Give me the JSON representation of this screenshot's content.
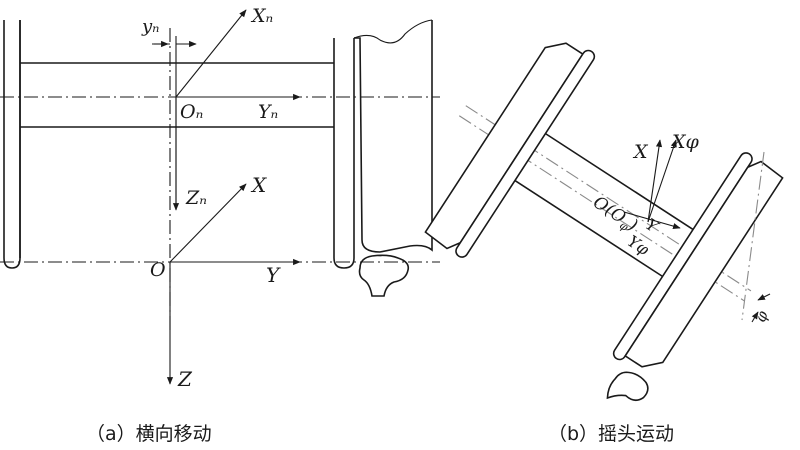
{
  "left": {
    "caption": "（a）横向移动",
    "labels": {
      "y_n": "yₙ",
      "X_n": "Xₙ",
      "O_n": "Oₙ",
      "Y_n": "Yₙ",
      "Z_n": "Zₙ",
      "X": "X",
      "O": "O",
      "Y": "Y",
      "Z": "Z"
    }
  },
  "right": {
    "caption": "（b）摇头运动",
    "labels": {
      "X": "X",
      "X_phi": "Xφ",
      "Y": "Y",
      "Y_phi": "Yφ",
      "O_pair": "O(O",
      "O_pair_sub": "φ",
      "O_pair_close": ")",
      "phi": "φ"
    }
  }
}
